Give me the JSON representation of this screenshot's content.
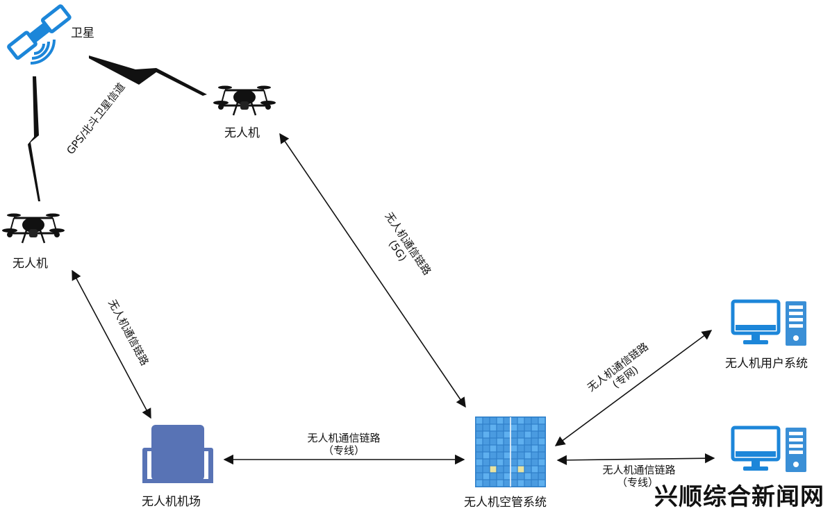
{
  "nodes": {
    "satellite": "卫星",
    "drone_top": "无人机",
    "drone_left": "无人机",
    "airport": "无人机机场",
    "atc": "无人机空管系统",
    "user_sys": "无人机用户系统"
  },
  "links": {
    "gps": "GPS/北斗卫星信道",
    "drone_airport": "无人机通信链路",
    "drone_atc_line1": "无人机通信链路",
    "drone_atc_line2": "(5G)",
    "airport_atc_line1": "无人机通信链路",
    "airport_atc_line2": "（专线）",
    "atc_user_line1": "无人机通信链路",
    "atc_user_line2": "(专网)",
    "atc_pc2_line1": "无人机通信链路",
    "atc_pc2_line2": "（专线）"
  },
  "watermark": "兴顺综合新闻网",
  "colors": {
    "arrow": "#111111",
    "airport_blue": "#5873b5",
    "grid_blue": "#4a9be0",
    "grid_yellow": "#e9e3a0",
    "pc_blue": "#1c86d9",
    "tower_blue": "#3a8fd6"
  }
}
